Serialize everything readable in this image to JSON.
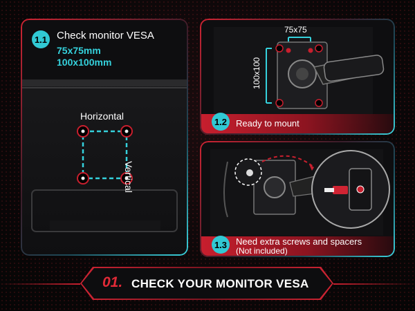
{
  "panel1": {
    "badge": "1.1",
    "title": "Check monitor VESA",
    "spec1": "75x75mm",
    "spec2": "100x100mm",
    "horizontal_label": "Horizontal",
    "vertical_label": "Vertical"
  },
  "panel2": {
    "badge": "1.2",
    "dim_top": "75x75",
    "dim_side": "100x100",
    "caption": "Ready to mount"
  },
  "panel3": {
    "badge": "1.3",
    "caption_line1": "Need extra screws and spacers",
    "caption_line2": "(Not included)"
  },
  "banner": {
    "number": "01.",
    "text": "CHECK YOUR MONITOR VESA"
  },
  "colors": {
    "accent_red": "#c81f2e",
    "accent_cyan": "#35d2dd"
  }
}
